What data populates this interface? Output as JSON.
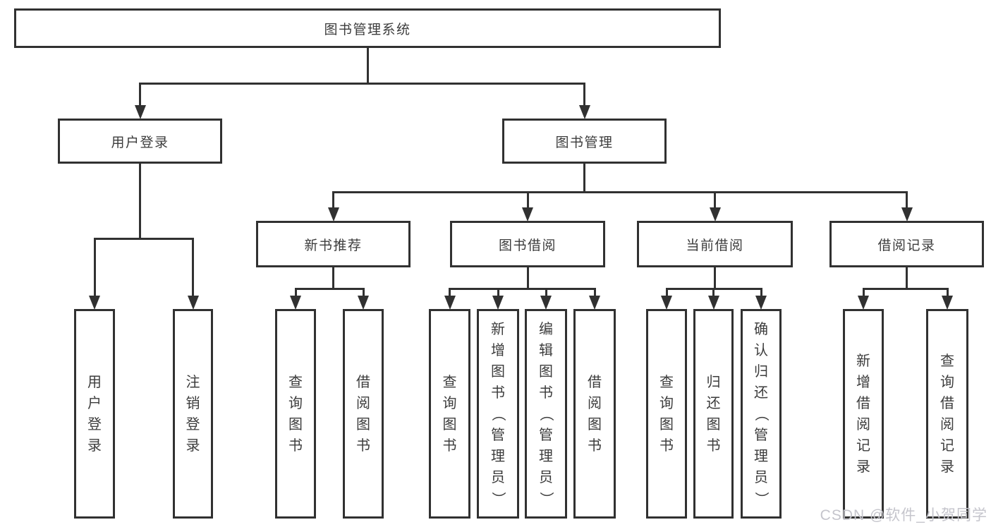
{
  "diagram": {
    "title": "图书管理系统",
    "watermark": "CSDN @软件_小贺同学",
    "colors": {
      "line": "#313131",
      "text": "#3c3c3c",
      "background": "#ffffff",
      "watermark": "#c5c5cc"
    },
    "nodes": [
      {
        "id": "root",
        "label": "图书管理系统",
        "parent": null
      },
      {
        "id": "user-login",
        "label": "用户登录",
        "parent": "root"
      },
      {
        "id": "book-mgmt",
        "label": "图书管理",
        "parent": "root"
      },
      {
        "id": "new-book",
        "label": "新书推荐",
        "parent": "book-mgmt"
      },
      {
        "id": "book-borrow",
        "label": "图书借阅",
        "parent": "book-mgmt"
      },
      {
        "id": "current-borrow",
        "label": "当前借阅",
        "parent": "book-mgmt"
      },
      {
        "id": "borrow-records",
        "label": "借阅记录",
        "parent": "book-mgmt"
      },
      {
        "id": "leaf-login",
        "label": "用户登录",
        "parent": "user-login"
      },
      {
        "id": "leaf-logout",
        "label": "注销登录",
        "parent": "user-login"
      },
      {
        "id": "leaf-nb-query",
        "label": "查询图书",
        "parent": "new-book"
      },
      {
        "id": "leaf-nb-borrow",
        "label": "借阅图书",
        "parent": "new-book"
      },
      {
        "id": "leaf-bb-query",
        "label": "查询图书",
        "parent": "book-borrow"
      },
      {
        "id": "leaf-bb-add",
        "label": "新增图书（管理员）",
        "parent": "book-borrow"
      },
      {
        "id": "leaf-bb-edit",
        "label": "编辑图书（管理员）",
        "parent": "book-borrow"
      },
      {
        "id": "leaf-bb-borrow",
        "label": "借阅图书",
        "parent": "book-borrow"
      },
      {
        "id": "leaf-cb-query",
        "label": "查询图书",
        "parent": "current-borrow"
      },
      {
        "id": "leaf-cb-return",
        "label": "归还图书",
        "parent": "current-borrow"
      },
      {
        "id": "leaf-cb-confirm",
        "label": "确认归还（管理员）",
        "parent": "current-borrow"
      },
      {
        "id": "leaf-br-add",
        "label": "新增借阅记录",
        "parent": "borrow-records"
      },
      {
        "id": "leaf-br-query",
        "label": "查询借阅记录",
        "parent": "borrow-records"
      }
    ]
  }
}
